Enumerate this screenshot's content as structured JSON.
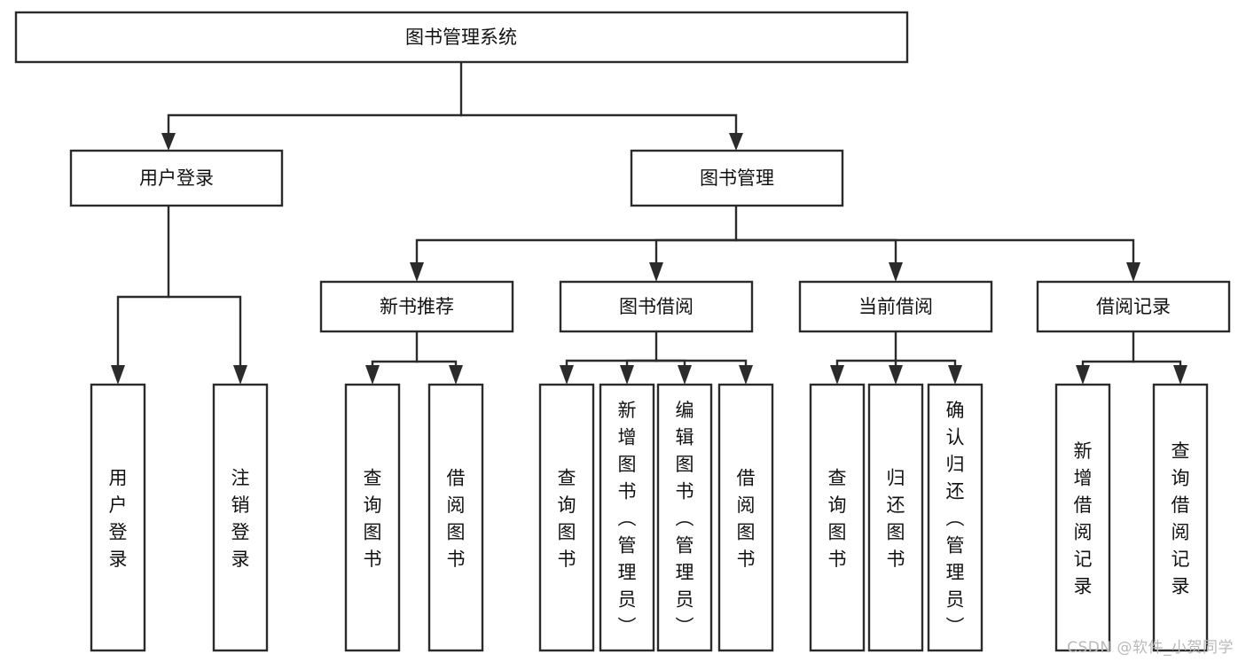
{
  "diagram": {
    "title": "图书管理系统",
    "type": "tree-hierarchy",
    "watermark": "CSDN @软件_小贺同学",
    "colors": {
      "stroke": "#2b2b2b",
      "fill": "#ffffff",
      "text": "#111111",
      "watermark": "#b9b9b9"
    },
    "root": {
      "label": "图书管理系统"
    },
    "level2": [
      {
        "label": "用户登录"
      },
      {
        "label": "图书管理"
      }
    ],
    "level3": [
      {
        "label": "新书推荐"
      },
      {
        "label": "图书借阅"
      },
      {
        "label": "当前借阅"
      },
      {
        "label": "借阅记录"
      }
    ],
    "leaves": {
      "user_login": [
        {
          "label": "用户登录"
        },
        {
          "label": "注销登录"
        }
      ],
      "new_book_recommend": [
        {
          "label": "查询图书"
        },
        {
          "label": "借阅图书"
        }
      ],
      "book_borrow": [
        {
          "label": "查询图书"
        },
        {
          "label": "新增图书（管理员）"
        },
        {
          "label": "编辑图书（管理员）"
        },
        {
          "label": "借阅图书"
        }
      ],
      "current_borrow": [
        {
          "label": "查询图书"
        },
        {
          "label": "归还图书"
        },
        {
          "label": "确认归还（管理员）"
        }
      ],
      "borrow_records": [
        {
          "label": "新增借阅记录"
        },
        {
          "label": "查询借阅记录"
        }
      ]
    }
  }
}
